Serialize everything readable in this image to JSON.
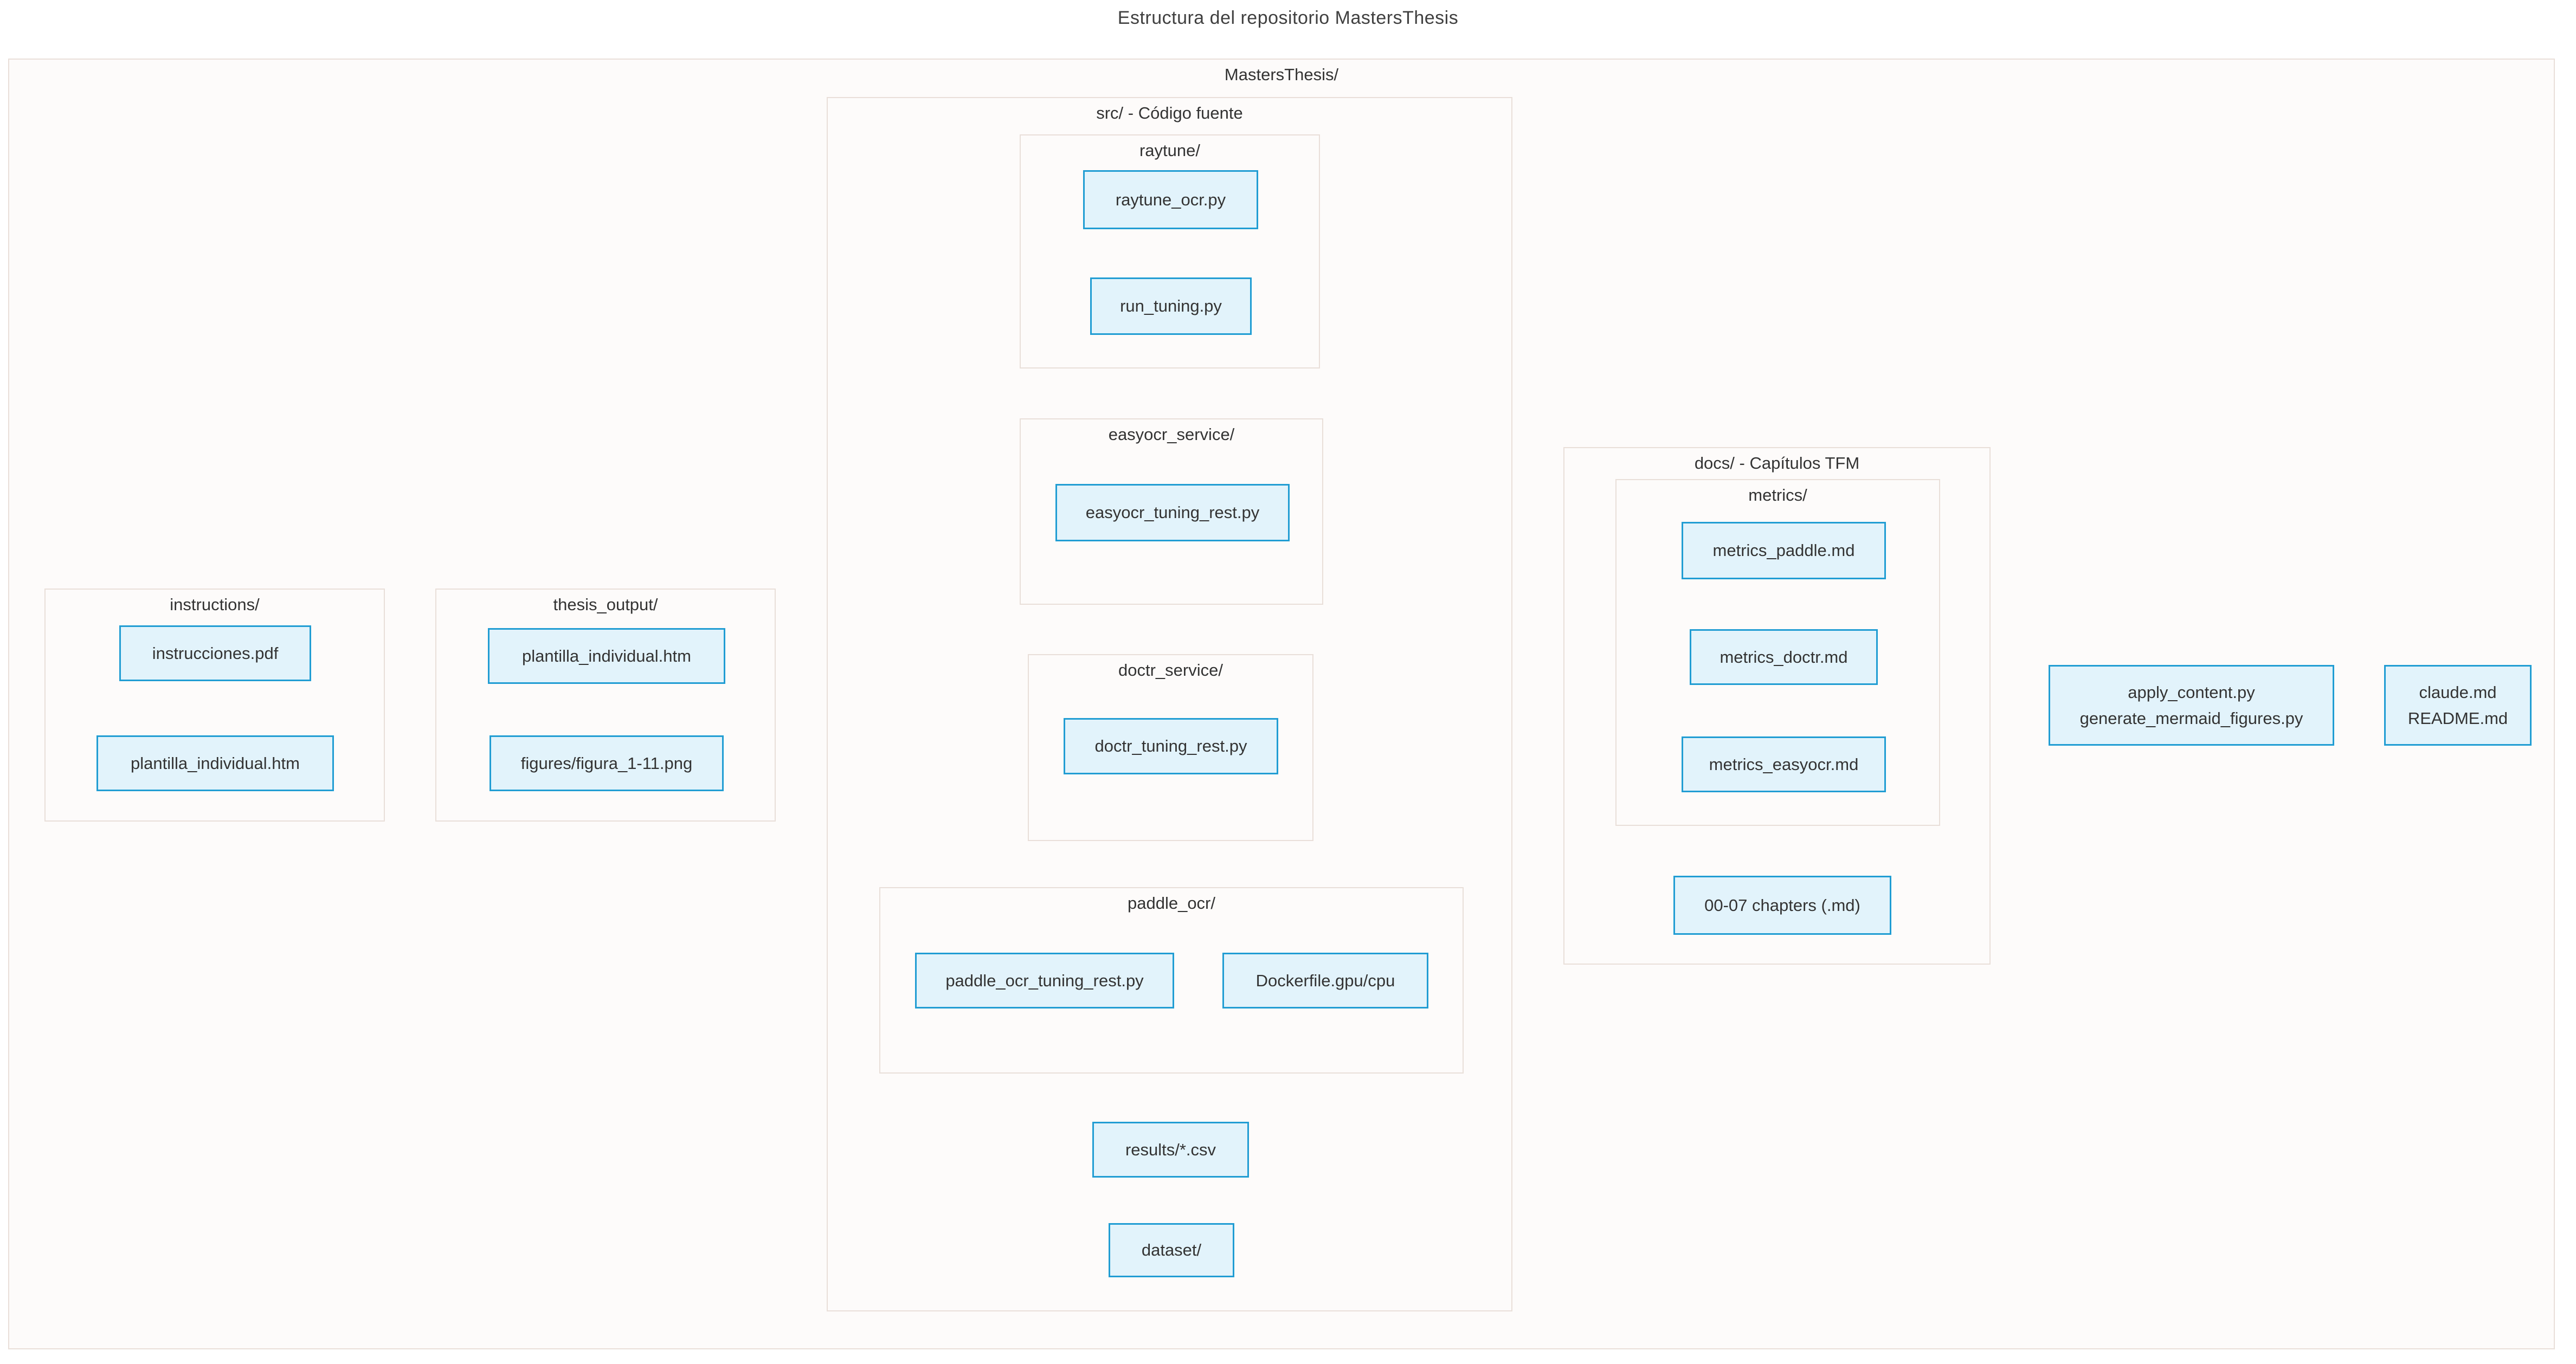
{
  "title": "Estructura del repositorio MastersThesis",
  "clusters": {
    "mastersthesis": {
      "label": "MastersThesis/"
    },
    "src": {
      "label": "src/ - Código fuente"
    },
    "raytune": {
      "label": "raytune/"
    },
    "easyocr_service": {
      "label": "easyocr_service/"
    },
    "doctr_service": {
      "label": "doctr_service/"
    },
    "paddle_ocr": {
      "label": "paddle_ocr/"
    },
    "instructions": {
      "label": "instructions/"
    },
    "thesis_output": {
      "label": "thesis_output/"
    },
    "docs": {
      "label": "docs/ - Capítulos TFM"
    },
    "metrics": {
      "label": "metrics/"
    }
  },
  "nodes": {
    "raytune_ocr": {
      "label": "raytune_ocr.py"
    },
    "run_tuning": {
      "label": "run_tuning.py"
    },
    "easyocr_tuning_rest": {
      "label": "easyocr_tuning_rest.py"
    },
    "doctr_tuning_rest": {
      "label": "doctr_tuning_rest.py"
    },
    "paddle_ocr_tuning_rest": {
      "label": "paddle_ocr_tuning_rest.py"
    },
    "dockerfile": {
      "label": "Dockerfile.gpu/cpu"
    },
    "results_csv": {
      "label": "results/*.csv"
    },
    "dataset": {
      "label": "dataset/"
    },
    "instrucciones_pdf": {
      "label": "instrucciones.pdf"
    },
    "plantilla_individual_instructions": {
      "label": "plantilla_individual.htm"
    },
    "plantilla_individual_thesis": {
      "label": "plantilla_individual.htm"
    },
    "figures_figura": {
      "label": "figures/figura_1-11.png"
    },
    "metrics_paddle": {
      "label": "metrics_paddle.md"
    },
    "metrics_doctr": {
      "label": "metrics_doctr.md"
    },
    "metrics_easyocr": {
      "label": "metrics_easyocr.md"
    },
    "chapters": {
      "label": "00-07 chapters (.md)"
    },
    "helper_scripts": {
      "lines": [
        "apply_content.py",
        "generate_mermaid_figures.py"
      ]
    },
    "root_docs": {
      "lines": [
        "claude.md",
        "README.md"
      ]
    }
  },
  "colors": {
    "node_fill": "#e2f3fb",
    "node_border": "#219dd3",
    "cluster_fill": "#fdfbfa",
    "cluster_border": "#e9dfd9",
    "page_background": "#ffffff",
    "text": "#333333"
  }
}
